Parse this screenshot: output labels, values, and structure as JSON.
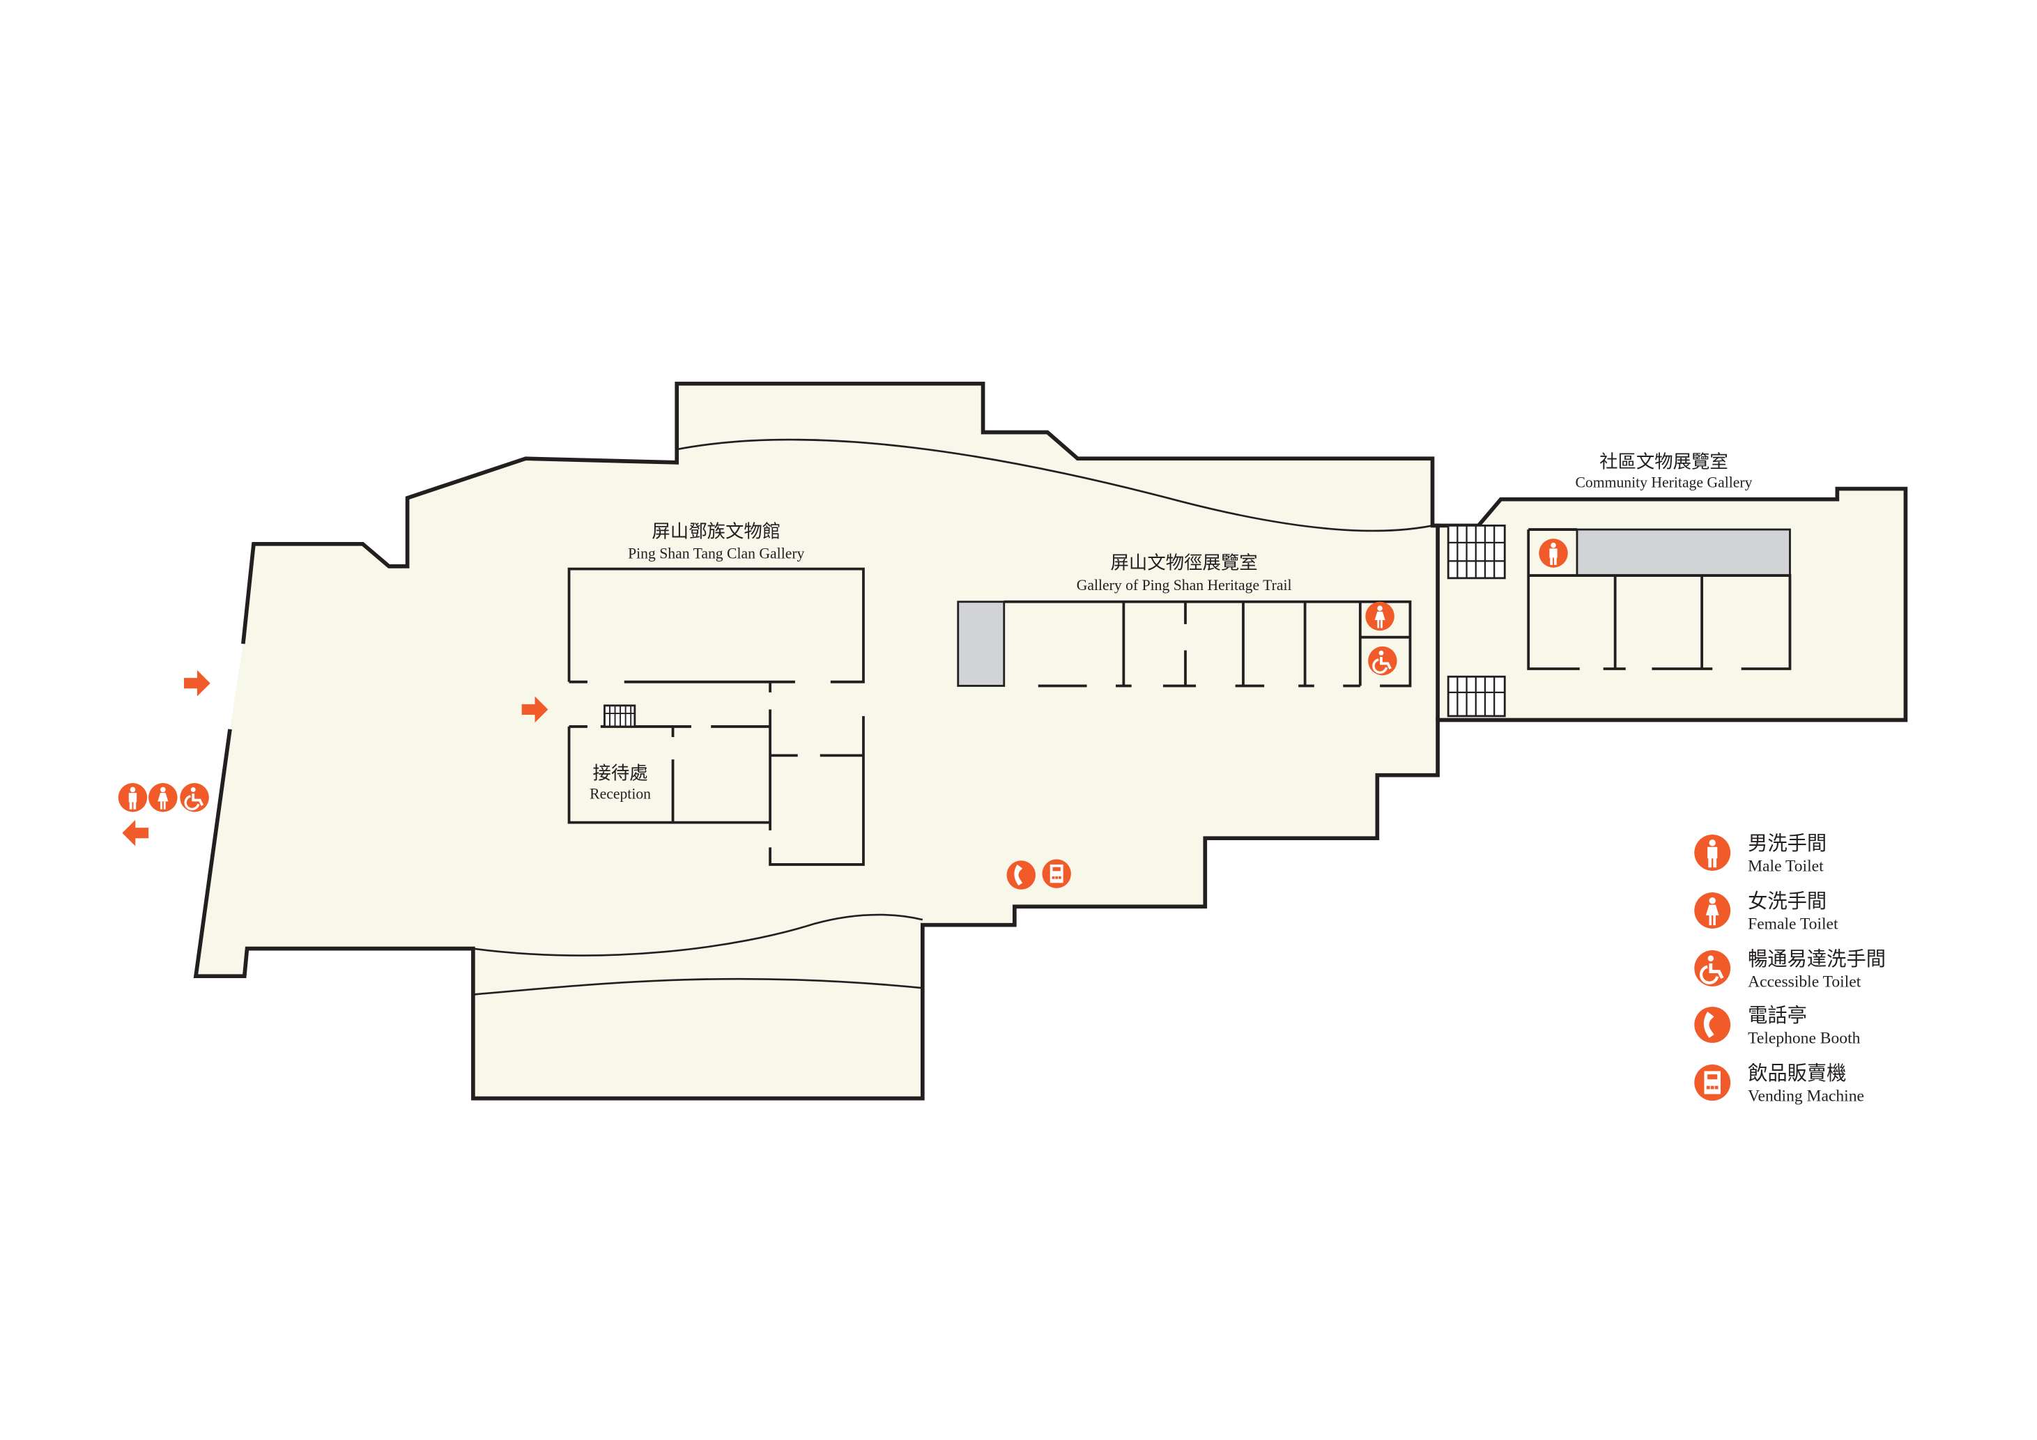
{
  "colors": {
    "floor": "#f7f7ea",
    "wall": "#231f20",
    "accent": "#f15a29",
    "display_case": "#d1d3d4"
  },
  "rooms": {
    "tang_clan": {
      "zh": "屏山鄧族文物館",
      "en": "Ping Shan Tang Clan Gallery"
    },
    "heritage_trail": {
      "zh": "屏山文物徑展覽室",
      "en": "Gallery of Ping Shan Heritage Trail"
    },
    "community": {
      "zh": "社區文物展覽室",
      "en": "Community Heritage Gallery"
    },
    "reception": {
      "zh": "接待處",
      "en": "Reception"
    }
  },
  "legend": [
    {
      "icon": "male-toilet-icon",
      "zh": "男洗手間",
      "en": "Male Toilet"
    },
    {
      "icon": "female-toilet-icon",
      "zh": "女洗手間",
      "en": "Female Toilet"
    },
    {
      "icon": "accessible-toilet-icon",
      "zh": "暢通易達洗手間",
      "en": "Accessible Toilet"
    },
    {
      "icon": "telephone-icon",
      "zh": "電話亭",
      "en": "Telephone Booth"
    },
    {
      "icon": "vending-machine-icon",
      "zh": "飲品販賣機",
      "en": "Vending Machine"
    }
  ]
}
